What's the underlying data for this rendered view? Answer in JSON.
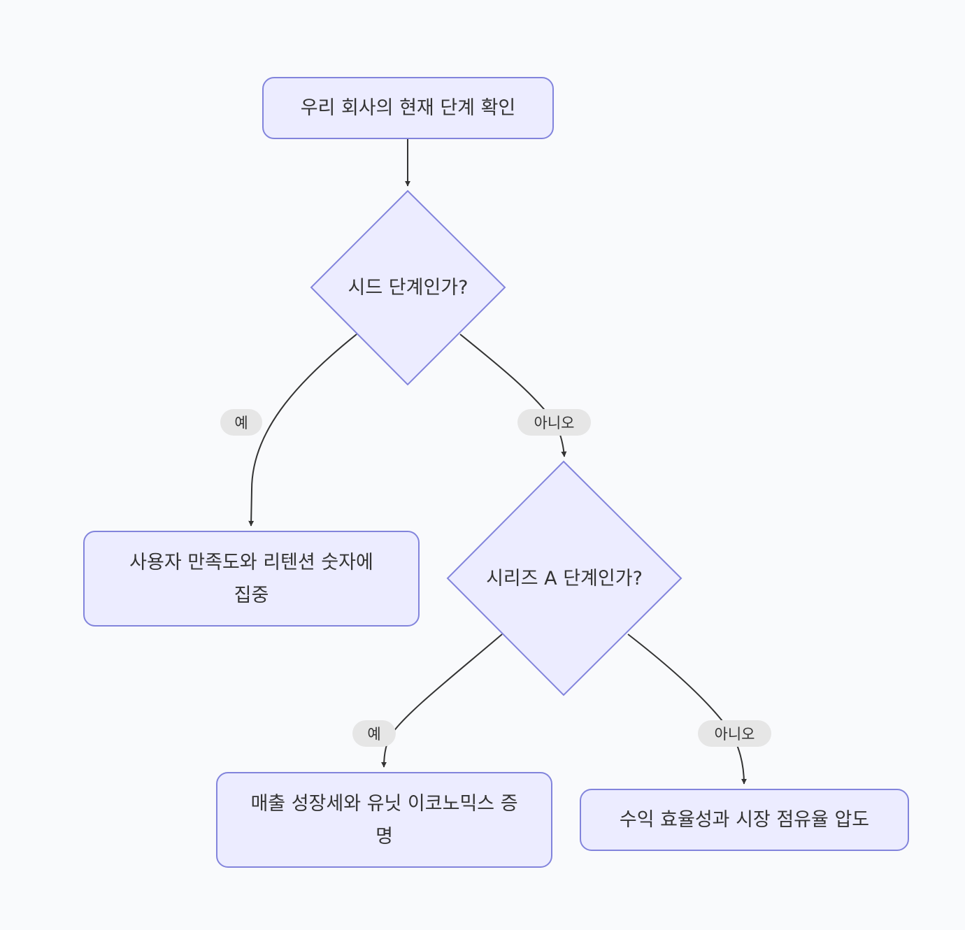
{
  "diagram": {
    "type": "flowchart",
    "direction": "top-down",
    "colors": {
      "background": "#f9fafc",
      "node_fill": "#ececff",
      "node_stroke": "#8284dc",
      "edge": "#333333",
      "text": "#333333",
      "label_bg": "#e6e6e6"
    },
    "nodes": {
      "start": {
        "shape": "rounded-rect",
        "text": "우리 회사의 현재 단계 확인"
      },
      "seed_decision": {
        "shape": "diamond",
        "text": "시드 단계인가?"
      },
      "seed_focus": {
        "shape": "rounded-rect",
        "text": "사용자 만족도와 리텐션 숫자에 집중"
      },
      "series_a_decision": {
        "shape": "diamond",
        "text": "시리즈 A 단계인가?"
      },
      "series_a_focus": {
        "shape": "rounded-rect",
        "text": "매출 성장세와 유닛 이코노믹스 증명"
      },
      "later_focus": {
        "shape": "rounded-rect",
        "text": "수익 효율성과 시장 점유율 압도"
      }
    },
    "edges": [
      {
        "from": "start",
        "to": "seed_decision",
        "label": ""
      },
      {
        "from": "seed_decision",
        "to": "seed_focus",
        "label": "예"
      },
      {
        "from": "seed_decision",
        "to": "series_a_decision",
        "label": "아니오"
      },
      {
        "from": "series_a_decision",
        "to": "series_a_focus",
        "label": "예"
      },
      {
        "from": "series_a_decision",
        "to": "later_focus",
        "label": "아니오"
      }
    ]
  }
}
